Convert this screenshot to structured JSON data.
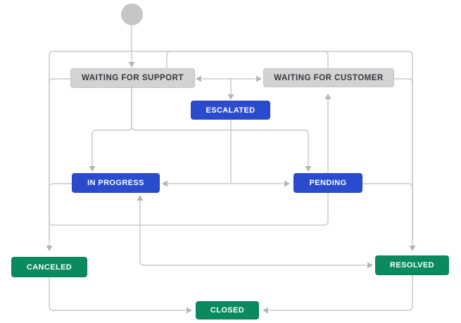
{
  "diagram": {
    "type": "workflow",
    "background": "#ffffff",
    "connector_color": "#cacaca",
    "arrowhead_color": "#b5b5b5",
    "start_node": {
      "shape": "circle",
      "color": "#c6c6c6"
    },
    "status_colors": {
      "todo_gray": "#d3d3d3",
      "in_progress_blue": "#2a4bce",
      "done_green": "#0a8a5f"
    },
    "nodes": [
      {
        "id": "waiting-for-support",
        "label": "WAITING FOR SUPPORT",
        "category": "todo"
      },
      {
        "id": "waiting-for-customer",
        "label": "WAITING FOR CUSTOMER",
        "category": "todo"
      },
      {
        "id": "escalated",
        "label": "ESCALATED",
        "category": "in_progress"
      },
      {
        "id": "in-progress",
        "label": "IN PROGRESS",
        "category": "in_progress"
      },
      {
        "id": "pending",
        "label": "PENDING",
        "category": "in_progress"
      },
      {
        "id": "canceled",
        "label": "CANCELED",
        "category": "done"
      },
      {
        "id": "resolved",
        "label": "RESOLVED",
        "category": "done"
      },
      {
        "id": "closed",
        "label": "CLOSED",
        "category": "done"
      }
    ],
    "edges": [
      {
        "from": "start",
        "to": "waiting-for-support"
      },
      {
        "from": "waiting-for-support",
        "to": "waiting-for-customer"
      },
      {
        "from": "waiting-for-customer",
        "to": "waiting-for-support"
      },
      {
        "from": "waiting-for-support",
        "to": "escalated"
      },
      {
        "from": "waiting-for-customer",
        "to": "escalated"
      },
      {
        "from": "waiting-for-support",
        "to": "in-progress"
      },
      {
        "from": "waiting-for-support",
        "to": "pending"
      },
      {
        "from": "escalated",
        "to": "in-progress"
      },
      {
        "from": "escalated",
        "to": "pending"
      },
      {
        "from": "in-progress",
        "to": "pending"
      },
      {
        "from": "pending",
        "to": "in-progress"
      },
      {
        "from": "in-progress",
        "to": "resolved"
      },
      {
        "from": "resolved",
        "to": "in-progress"
      },
      {
        "from": "in-progress",
        "to": "waiting-for-customer"
      },
      {
        "from": "pending",
        "to": "resolved"
      },
      {
        "from": "waiting-for-support",
        "to": "resolved"
      },
      {
        "from": "waiting-for-customer",
        "to": "resolved"
      },
      {
        "from": "waiting-for-support",
        "to": "canceled"
      },
      {
        "from": "waiting-for-customer",
        "to": "canceled"
      },
      {
        "from": "canceled",
        "to": "closed"
      },
      {
        "from": "resolved",
        "to": "closed"
      }
    ]
  }
}
